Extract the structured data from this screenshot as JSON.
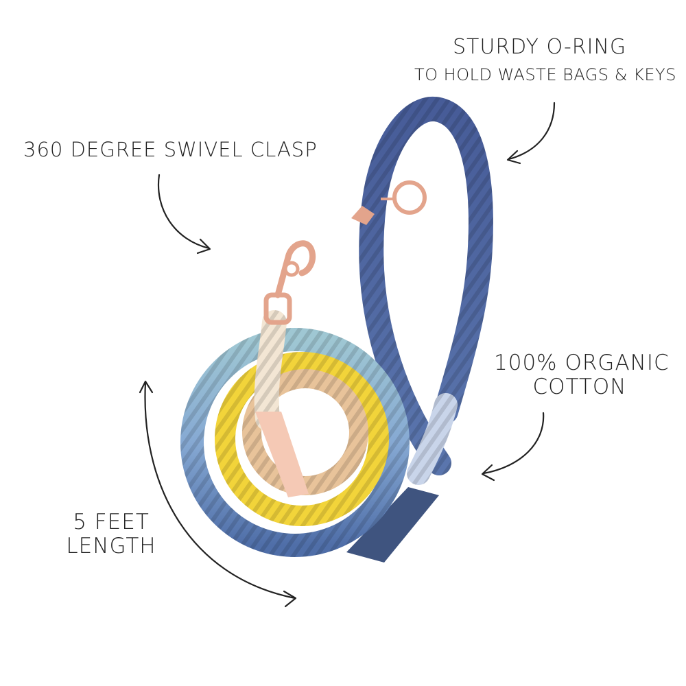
{
  "callouts": {
    "oring": {
      "title": "STURDY O-RING",
      "subtitle": "TO HOLD WASTE BAGS & KEYS"
    },
    "swivel": {
      "title": "360 DEGREE SWIVEL CLASP"
    },
    "cotton": {
      "line1": "100% ORGANIC",
      "line2": "COTTON"
    },
    "length": {
      "line1": "5 FEET",
      "line2": "LENGTH"
    }
  },
  "colors": {
    "navy_rope": "#4a5f9a",
    "light_blue_rope": "#8fb0d6",
    "yellow_rope": "#f2d43a",
    "peach_rope": "#e8c39a",
    "cream_rope": "#f3e6d4",
    "rose_gold_hardware": "#e3a48c",
    "text": "#222222"
  }
}
